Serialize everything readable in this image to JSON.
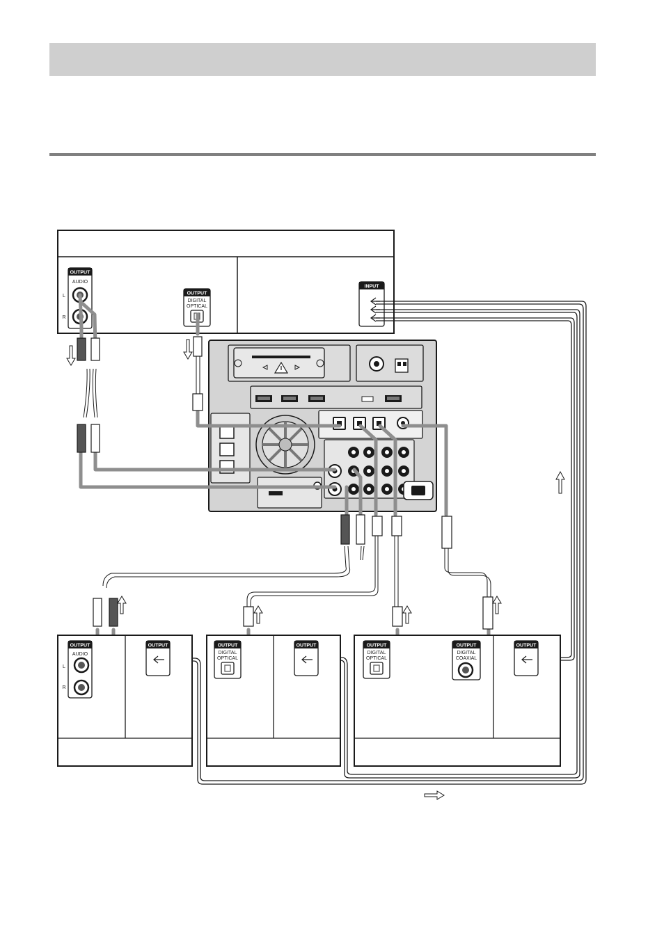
{
  "colors": {
    "header_band": "#cfcfcf",
    "rule": "#808080",
    "cable": "#8e8e8e",
    "outline": "#1a1a1a",
    "unit_fill": "#d4d4d4"
  },
  "jack_labels": {
    "output": "OUTPUT",
    "input": "INPUT",
    "audio": "AUDIO",
    "digital": "DIGITAL",
    "optical": "OPTICAL",
    "coaxial": "COAXIAL",
    "left": "L",
    "right": "R"
  },
  "icons": [
    "signal-flow-arrow-icon",
    "warning-triangle-icon",
    "hdmi-port-icon",
    "fan-icon",
    "ac-inlet-icon"
  ]
}
